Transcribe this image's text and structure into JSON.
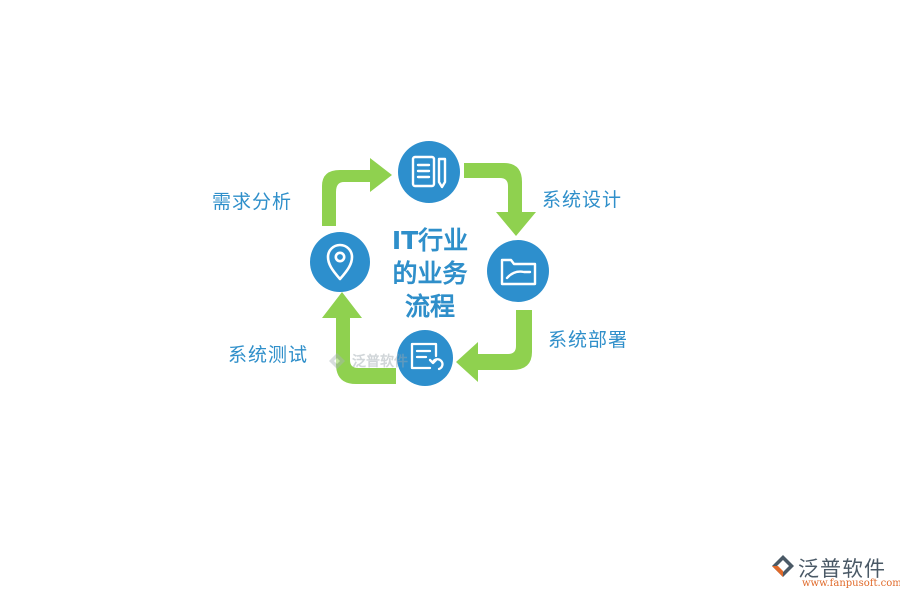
{
  "diagram": {
    "center_title_lines": [
      "IT行业",
      "的业务",
      "流程"
    ],
    "steps": [
      {
        "id": "requirements",
        "label": "需求分析",
        "icon": "location-pin-icon"
      },
      {
        "id": "design",
        "label": "系统设计",
        "icon": "document-pencil-icon"
      },
      {
        "id": "deploy",
        "label": "系统部署",
        "icon": "folder-icon"
      },
      {
        "id": "test",
        "label": "系统测试",
        "icon": "document-refresh-icon"
      }
    ],
    "flow": [
      "document-pencil-icon",
      "folder-icon",
      "document-refresh-icon",
      "location-pin-icon"
    ]
  },
  "watermark": {
    "text": "泛普软件"
  },
  "brand": {
    "name": "泛普软件",
    "url": "www.fanpusoft.com"
  },
  "colors": {
    "accent_blue": "#2d8fcd",
    "arrow_green": "#8fd14f",
    "label_blue": "#2f8fca",
    "brand_orange": "#e06a2a"
  }
}
